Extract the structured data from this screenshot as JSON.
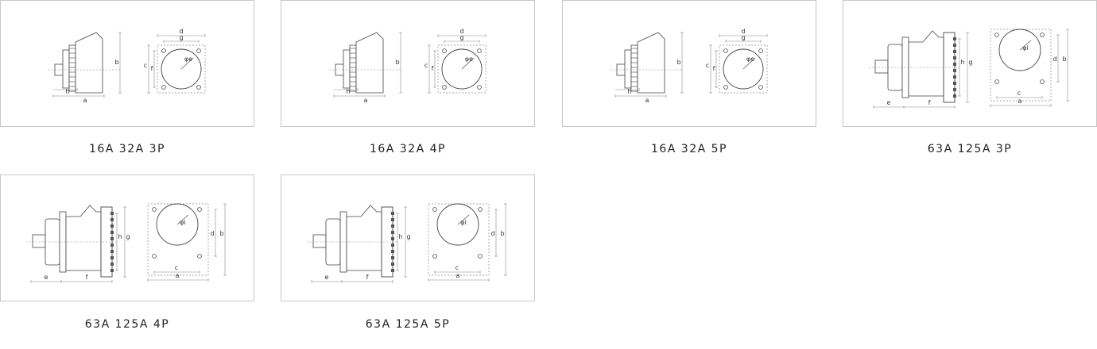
{
  "products": [
    {
      "caption": "16A 32A 3P",
      "variant": "small",
      "side_labels": [
        "a",
        "b",
        "h"
      ],
      "front_labels": [
        "d",
        "g",
        "c",
        "f",
        "φe"
      ]
    },
    {
      "caption": "16A 32A 4P",
      "variant": "small",
      "side_labels": [
        "a",
        "b",
        "h"
      ],
      "front_labels": [
        "d",
        "g",
        "c",
        "f",
        "φe"
      ]
    },
    {
      "caption": "16A 32A 5P",
      "variant": "small",
      "side_labels": [
        "a",
        "b",
        "h"
      ],
      "front_labels": [
        "d",
        "g",
        "c",
        "f",
        "φe"
      ]
    },
    {
      "caption": "63A 125A 3P",
      "variant": "large",
      "side_labels": [
        "e",
        "f",
        "h",
        "g"
      ],
      "front_labels": [
        "c",
        "a",
        "d",
        "b",
        "φi"
      ]
    },
    {
      "caption": "63A 125A 4P",
      "variant": "large",
      "side_labels": [
        "e",
        "f",
        "h",
        "g"
      ],
      "front_labels": [
        "c",
        "a",
        "d",
        "b",
        "φi"
      ]
    },
    {
      "caption": "63A 125A 5P",
      "variant": "large",
      "side_labels": [
        "e",
        "f",
        "h",
        "g"
      ],
      "front_labels": [
        "c",
        "a",
        "d",
        "b",
        "φi"
      ]
    }
  ]
}
